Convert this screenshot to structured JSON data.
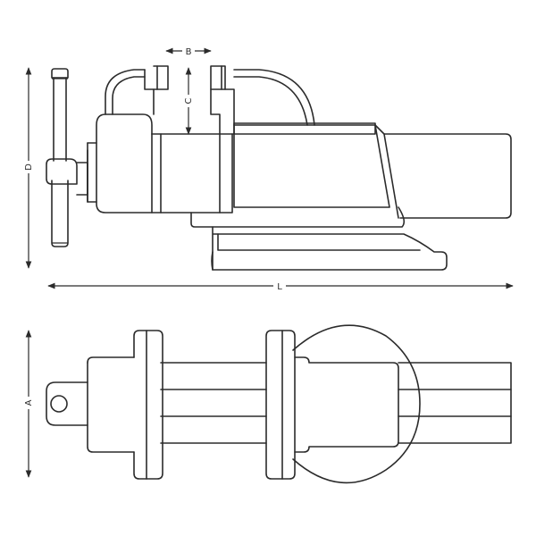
{
  "dimensions": {
    "b": "B",
    "c": "C",
    "d": "D",
    "l": "L",
    "a": "A"
  },
  "colors": {
    "line": "#2b2b2b",
    "background": "#ffffff"
  }
}
